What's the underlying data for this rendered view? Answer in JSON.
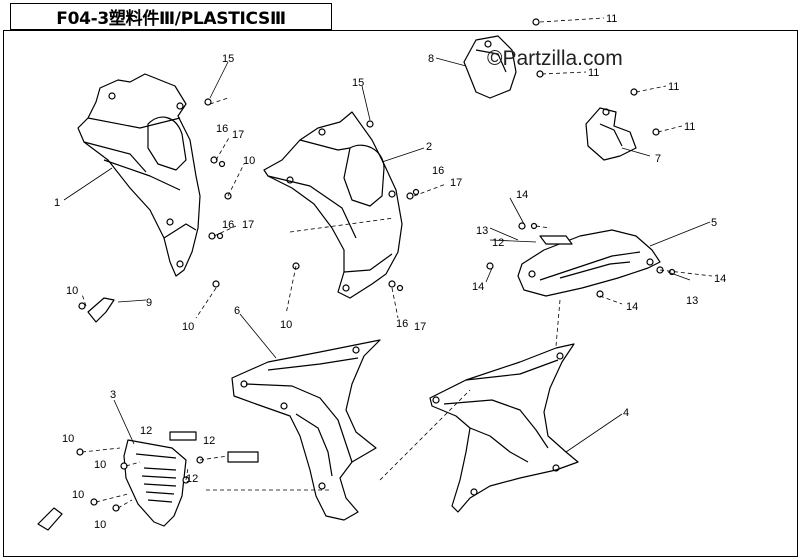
{
  "header": {
    "title": "F04-3塑料件Ⅲ/PLASTICSⅢ"
  },
  "watermark": {
    "symbol": "©",
    "text": "Partzilla.com"
  },
  "callouts": [
    {
      "id": "c1",
      "label": "1"
    },
    {
      "id": "c2",
      "label": "2"
    },
    {
      "id": "c3",
      "label": "3"
    },
    {
      "id": "c4",
      "label": "4"
    },
    {
      "id": "c5",
      "label": "5"
    },
    {
      "id": "c6",
      "label": "6"
    },
    {
      "id": "c7",
      "label": "7"
    },
    {
      "id": "c8",
      "label": "8"
    },
    {
      "id": "c9",
      "label": "9"
    },
    {
      "id": "c10a",
      "label": "10"
    },
    {
      "id": "c10b",
      "label": "10"
    },
    {
      "id": "c10c",
      "label": "10"
    },
    {
      "id": "c10d",
      "label": "10"
    },
    {
      "id": "c10e",
      "label": "10"
    },
    {
      "id": "c10f",
      "label": "10"
    },
    {
      "id": "c10g",
      "label": "10"
    },
    {
      "id": "c10h",
      "label": "10"
    },
    {
      "id": "c11a",
      "label": "11"
    },
    {
      "id": "c11b",
      "label": "11"
    },
    {
      "id": "c11c",
      "label": "11"
    },
    {
      "id": "c11d",
      "label": "11"
    },
    {
      "id": "c12a",
      "label": "12"
    },
    {
      "id": "c12b",
      "label": "12"
    },
    {
      "id": "c12c",
      "label": "12"
    },
    {
      "id": "c12d",
      "label": "12"
    },
    {
      "id": "c13a",
      "label": "13"
    },
    {
      "id": "c13b",
      "label": "13"
    },
    {
      "id": "c14a",
      "label": "14"
    },
    {
      "id": "c14b",
      "label": "14"
    },
    {
      "id": "c14c",
      "label": "14"
    },
    {
      "id": "c14d",
      "label": "14"
    },
    {
      "id": "c15a",
      "label": "15"
    },
    {
      "id": "c15b",
      "label": "15"
    },
    {
      "id": "c16a",
      "label": "16"
    },
    {
      "id": "c16b",
      "label": "16"
    },
    {
      "id": "c16c",
      "label": "16"
    },
    {
      "id": "c16d",
      "label": "16"
    },
    {
      "id": "c17a",
      "label": "17"
    },
    {
      "id": "c17b",
      "label": "17"
    },
    {
      "id": "c17c",
      "label": "17"
    },
    {
      "id": "c17d",
      "label": "17"
    }
  ]
}
